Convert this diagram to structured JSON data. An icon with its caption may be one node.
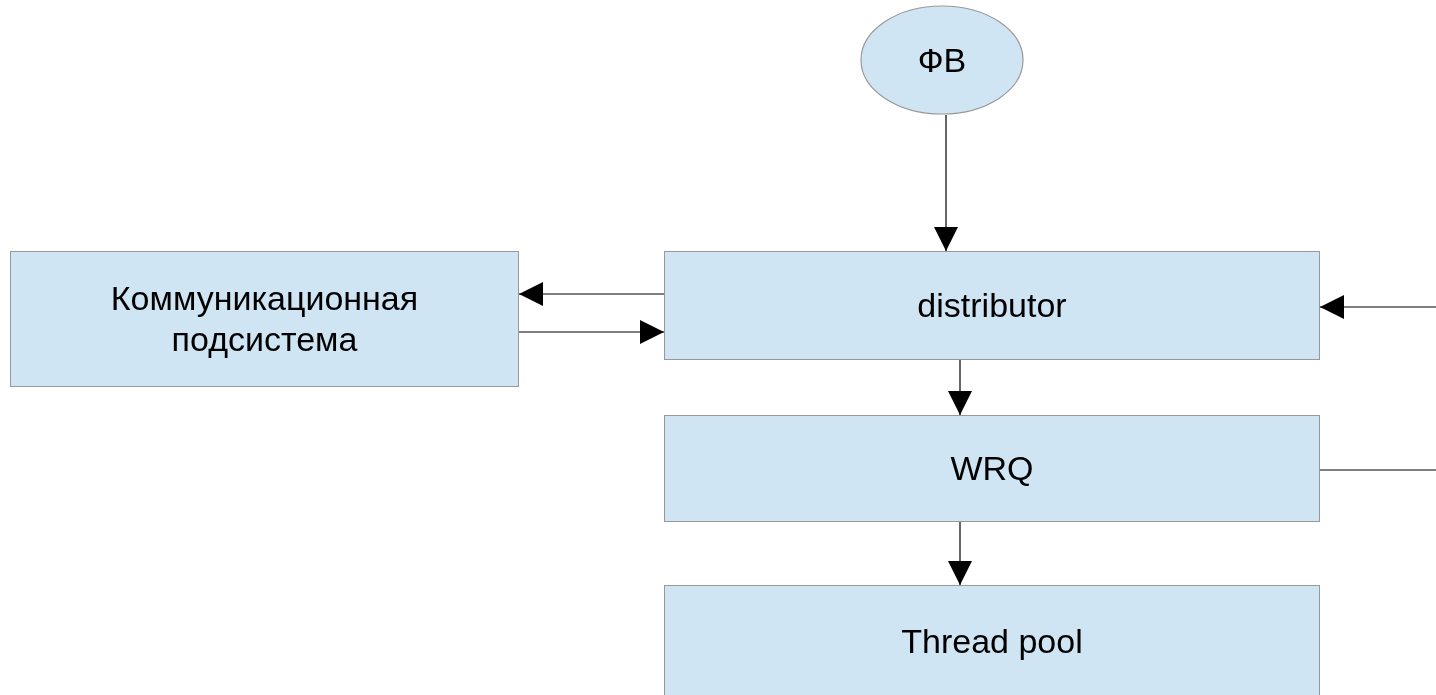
{
  "diagram": {
    "nodes": [
      {
        "text": [
          "ФВ"
        ]
      },
      {
        "text": [
          "Коммуникационная подсистема"
        ]
      },
      {
        "text": [
          "distributor"
        ]
      },
      {
        "text": [
          "WRQ"
        ]
      },
      {
        "text": [
          "Thread pool"
        ]
      }
    ],
    "edges": [
      {
        "from": 0,
        "to": 2,
        "arrow": "to"
      },
      {
        "from": 2,
        "to": 1,
        "arrow": "to"
      },
      {
        "from": 1,
        "to": 2,
        "arrow": "to"
      },
      {
        "from": 2,
        "to": 3,
        "arrow": "to"
      },
      {
        "from": 3,
        "to": 4,
        "arrow": "to"
      },
      {
        "from": null,
        "to": 2,
        "arrow": "to"
      },
      {
        "from": 3,
        "to": null,
        "arrow": "none"
      }
    ]
  }
}
